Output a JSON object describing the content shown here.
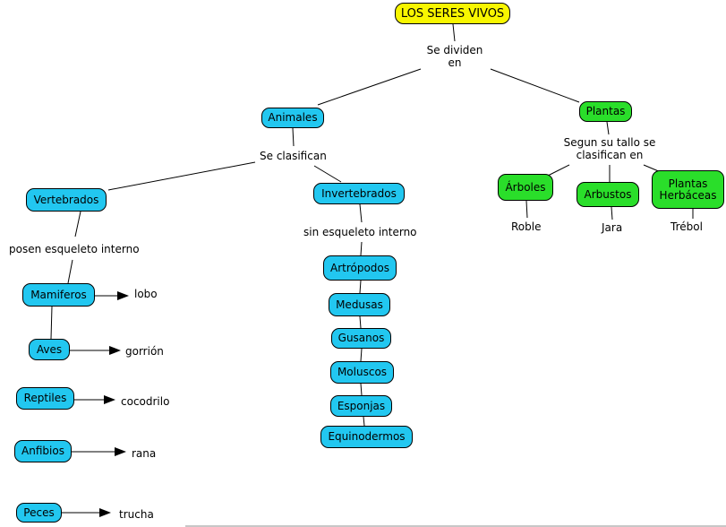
{
  "diagram": {
    "root": {
      "label": "LOS SERES VIVOS"
    },
    "colors": {
      "root_fill": "#f8f600",
      "animal_fill": "#22c7f0",
      "plant_fill": "#2ade2a"
    },
    "animals": {
      "animales": "Animales",
      "vertebrados": "Vertebrados",
      "invertebrados": "Invertebrados",
      "mamiferos": "Mamiferos",
      "aves": "Aves",
      "reptiles": "Reptiles",
      "anfibios": "Anfibios",
      "peces": "Peces",
      "artropodos": "Artrópodos",
      "medusas": "Medusas",
      "gusanos": "Gusanos",
      "moluscos": "Moluscos",
      "esponjas": "Esponjas",
      "equinodermos": "Equinodermos"
    },
    "plants": {
      "plantas": "Plantas",
      "arboles": "Árboles",
      "arbustos": "Arbustos",
      "plantas_herbaceas": "Plantas Herbáceas"
    },
    "link_labels": {
      "se_dividen": "Se dividen en",
      "se_clasifican": "Se clasifican",
      "posen_esqueleto": "posen esqueleto interno",
      "sin_esqueleto": "sin esqueleto interno",
      "segun_tallo": "Segun su tallo se clasifican en"
    },
    "examples": {
      "lobo": "lobo",
      "gorrion": "gorrión",
      "cocodrilo": "cocodrilo",
      "rana": "rana",
      "trucha": "trucha",
      "roble": "Roble",
      "jara": "Jara",
      "trebol": "Trébol"
    }
  }
}
